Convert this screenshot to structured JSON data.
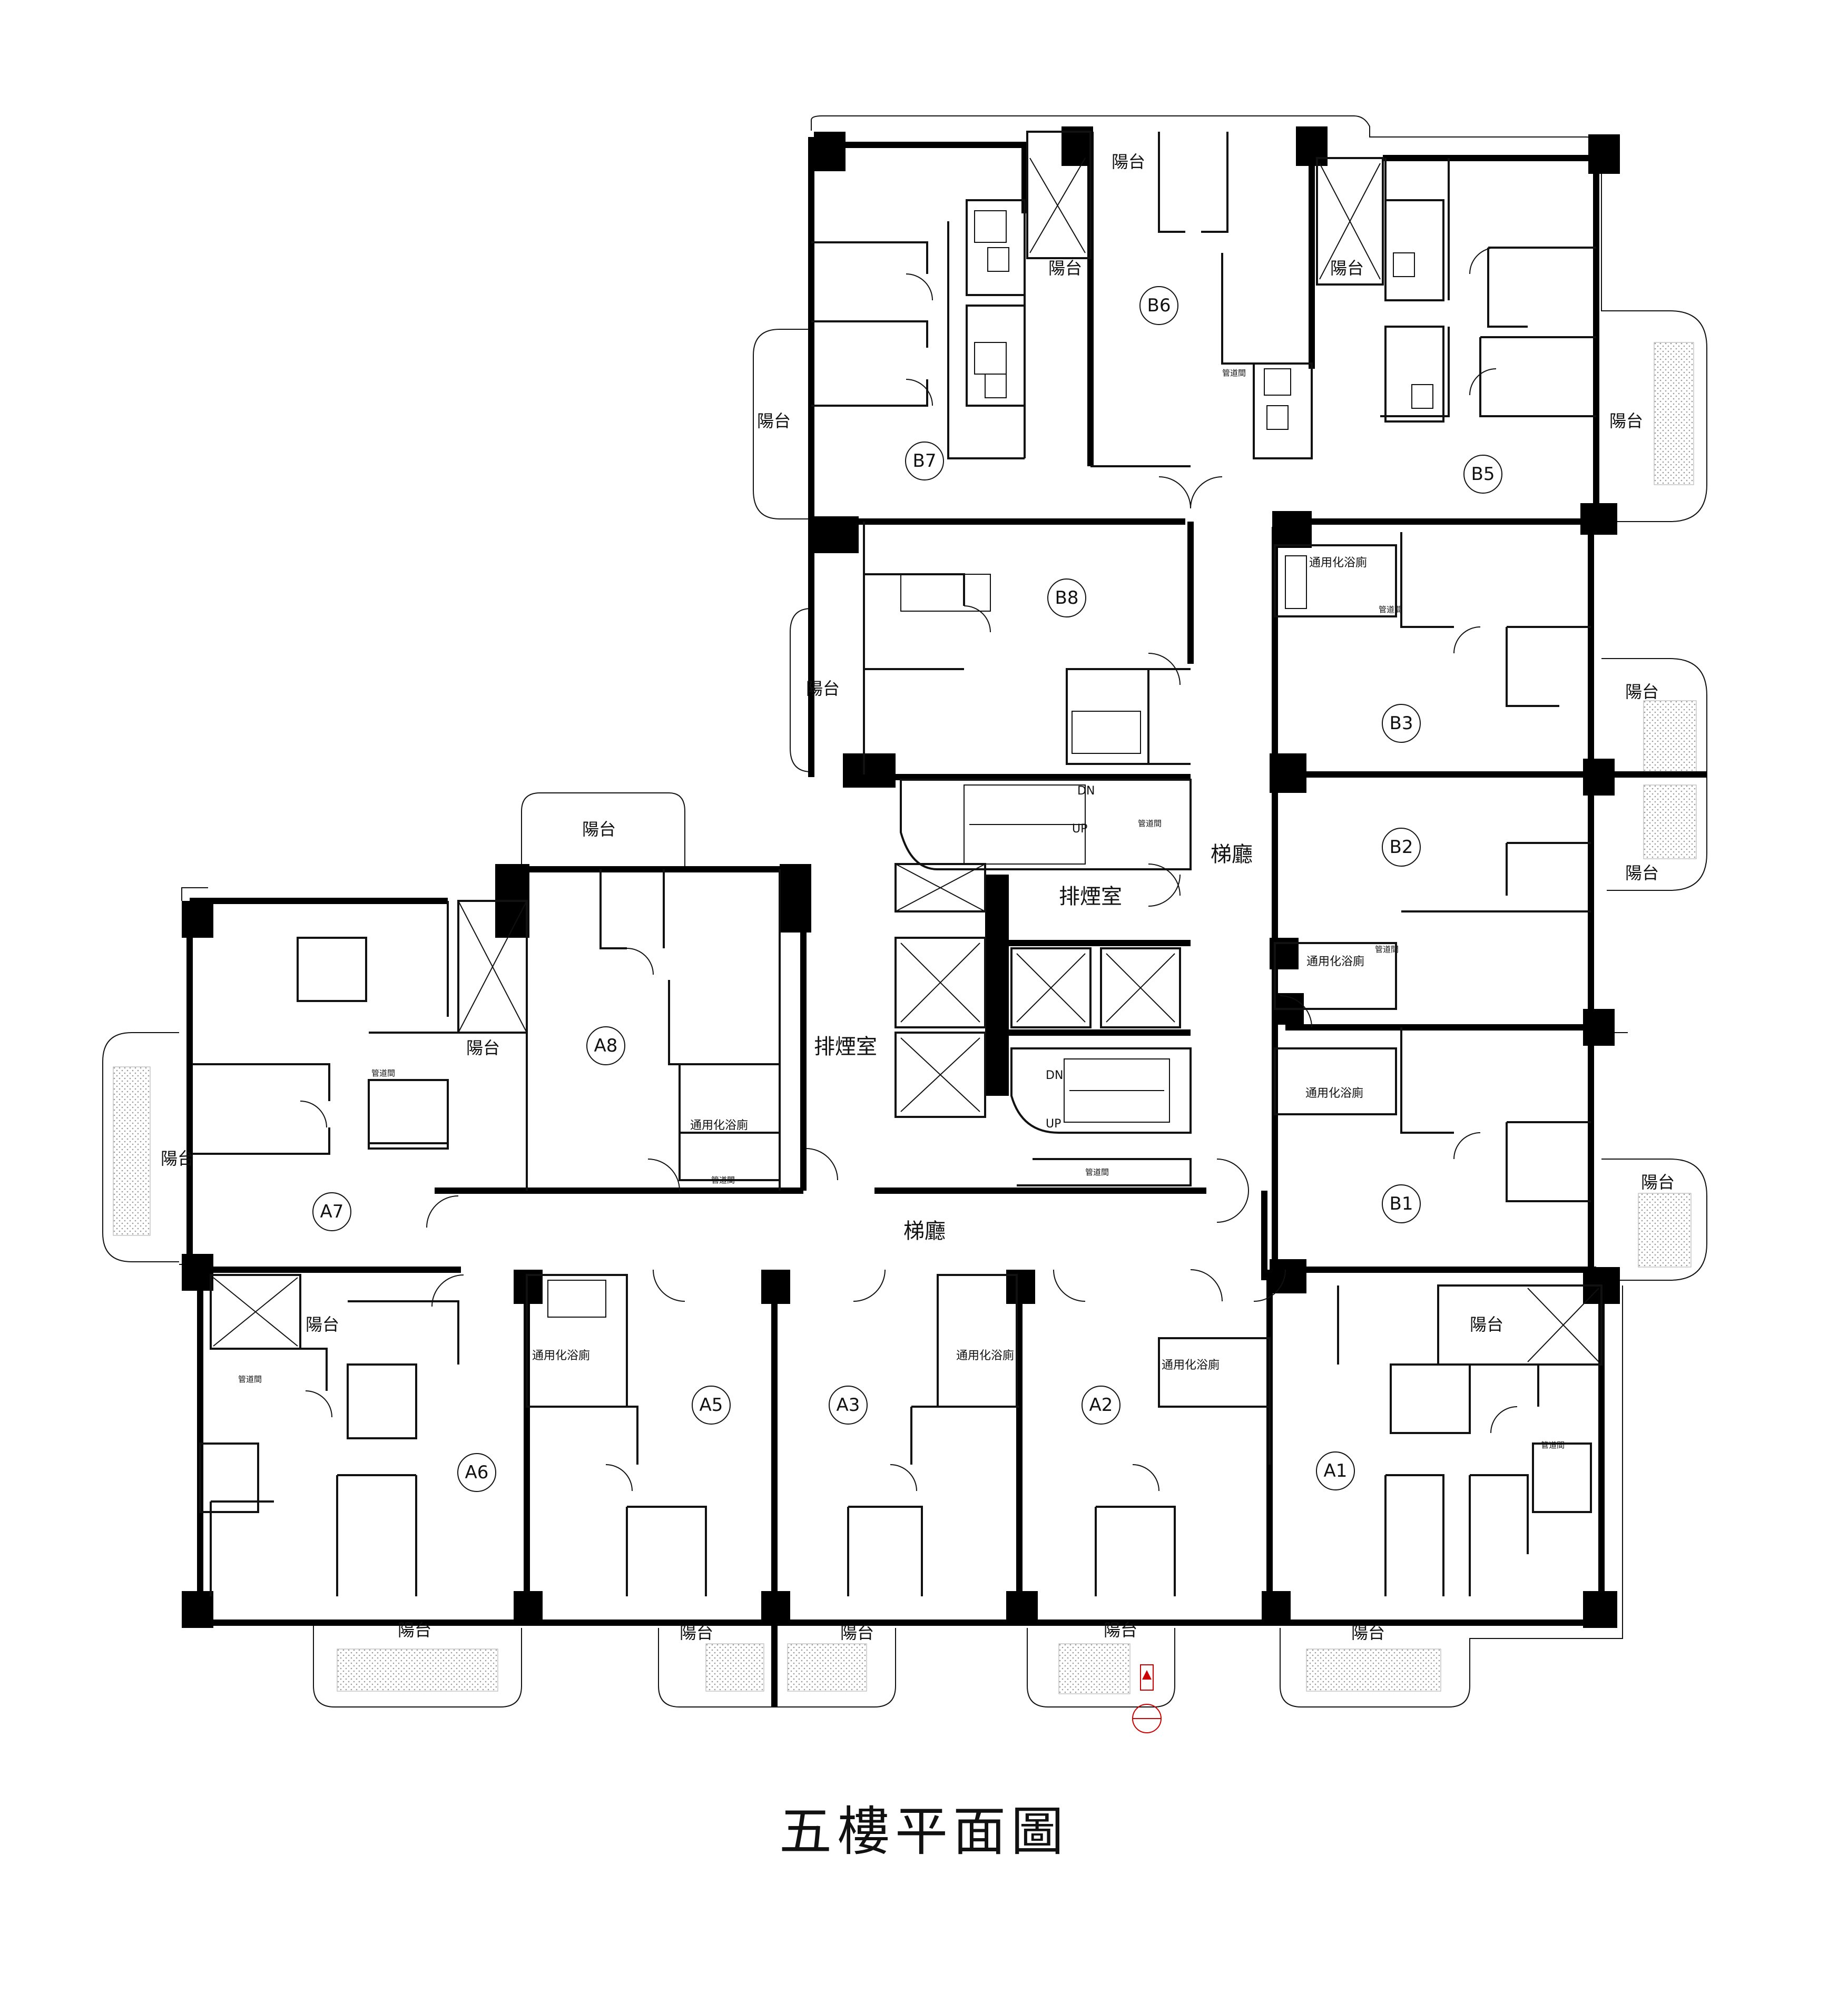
{
  "title": "五樓平面圖",
  "units": {
    "A1": "A1",
    "A2": "A2",
    "A3": "A3",
    "A5": "A5",
    "A6": "A6",
    "A7": "A7",
    "A8": "A8",
    "B1": "B1",
    "B2": "B2",
    "B3": "B3",
    "B5": "B5",
    "B6": "B6",
    "B7": "B7",
    "B8": "B8"
  },
  "labels": {
    "balcony": "陽台",
    "lobby": "梯廳",
    "smoke_exhaust": "排煙室",
    "universal_bathroom": "通用化浴廁",
    "pipe_room": "管道間",
    "stair_down": "DN",
    "stair_up": "UP"
  }
}
